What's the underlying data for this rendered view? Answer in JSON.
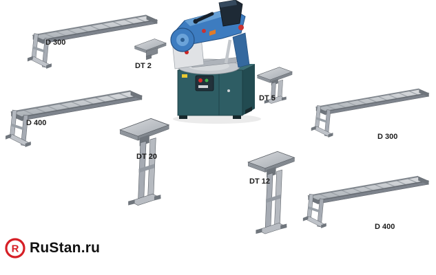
{
  "scene": {
    "description": "Band saw machine shown with optional roller conveyor tables and material support stands",
    "background_color": "#ffffff"
  },
  "items": [
    {
      "id": "d300-top-left",
      "label": "D 300",
      "type": "roller-conveyor"
    },
    {
      "id": "dt2",
      "label": "DT 2",
      "type": "support-bracket"
    },
    {
      "id": "d400-left",
      "label": "D 400",
      "type": "roller-conveyor"
    },
    {
      "id": "dt20",
      "label": "DT 20",
      "type": "support-stand"
    },
    {
      "id": "dt5",
      "label": "DT 5",
      "type": "support-stand"
    },
    {
      "id": "dt12",
      "label": "DT 12",
      "type": "support-stand"
    },
    {
      "id": "d300-right",
      "label": "D 300",
      "type": "roller-conveyor"
    },
    {
      "id": "d400-bottom-right",
      "label": "D 400",
      "type": "roller-conveyor"
    }
  ],
  "machine": {
    "name": "band-saw-machine",
    "bow_color": "#3d7cc0",
    "base_color": "#2e5d64",
    "motor_color": "#1e2a36"
  },
  "logo": {
    "text": "RuStan.ru",
    "monogram": "R",
    "accent_color": "#d61f26",
    "text_color": "#111111"
  }
}
